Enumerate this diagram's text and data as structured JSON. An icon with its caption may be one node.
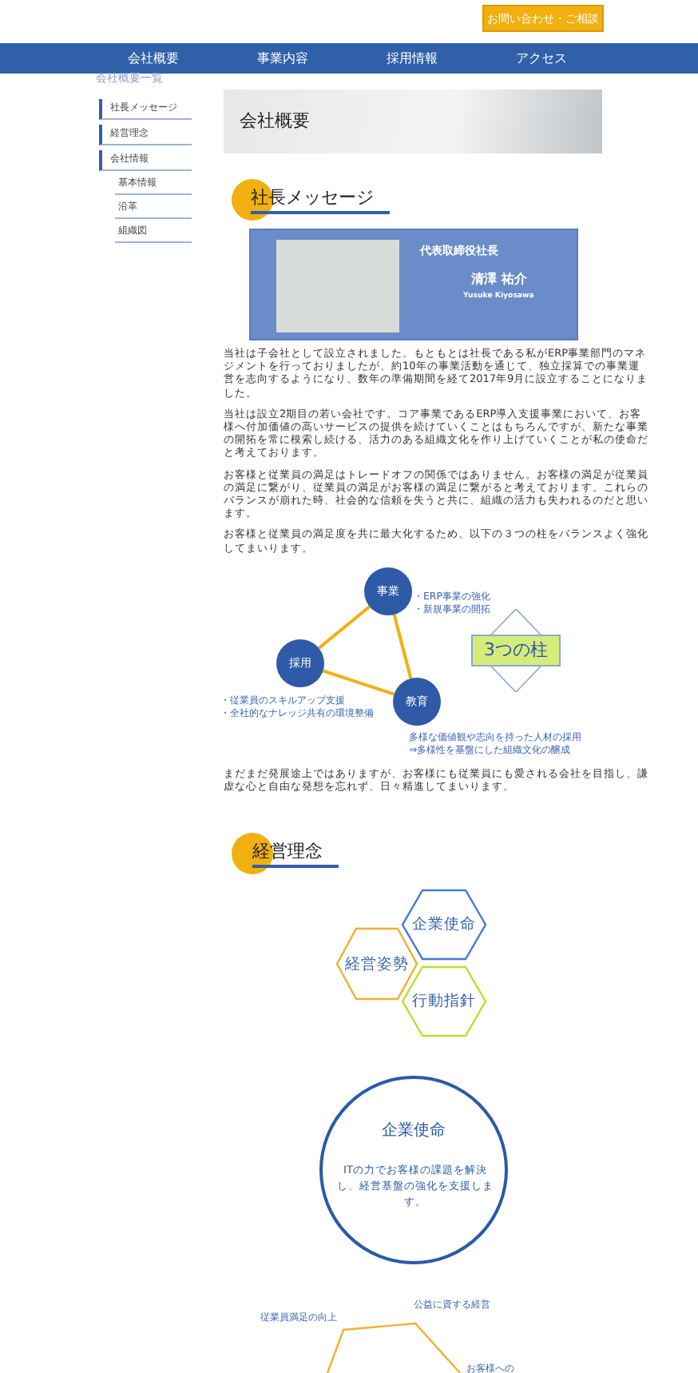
{
  "diagram": {
    "nodes": [
      {
        "text": [
          "代表取締役社長",
          "清澤 祐介",
          "Yusuke Kiyosawa"
        ]
      },
      {
        "text": [
          "事業"
        ],
        "beside": [
          "・ERP事業の強化",
          "・新規事業の開拓"
        ]
      },
      {
        "text": [
          "採用"
        ],
        "beside": [
          "・従業員のスキルアップ支援",
          "・全社的なナレッジ共有の環境整備"
        ]
      },
      {
        "text": [
          "教育"
        ],
        "beside": [
          "多様な価値観や志向を持った人材の採用",
          "⇒多様性を基盤にした組織文化の醸成"
        ]
      },
      {
        "text": [
          "3つの柱"
        ]
      },
      {
        "text": [
          "企業使命"
        ]
      },
      {
        "text": [
          "経営姿勢"
        ]
      },
      {
        "text": [
          "行動指針"
        ]
      },
      {
        "text": [
          "企業使命",
          "ITの力でお客様の課題を解決し、経営基盤の強化を支援します。"
        ]
      }
    ],
    "edges": [
      {
        "from": 1,
        "to": 2,
        "arrow": "none"
      },
      {
        "from": 1,
        "to": 3,
        "arrow": "none"
      },
      {
        "from": 2,
        "to": 3,
        "arrow": "none"
      }
    ],
    "labels": [
      "お問い合わせ・ご相談",
      "会社概要",
      "事業内容",
      "採用情報",
      "アクセス",
      "会社概要一覧",
      "社長メッセージ",
      "経営理念",
      "会社情報",
      "基本情報",
      "沿革",
      "組織図",
      "会社概要",
      "社長メッセージ",
      "当社は子会社として設立されました。もともとは社長である私がERP事業部門のマネジメントを行っておりましたが、約10年の事業活動を通じて、独立採算での事業運営を志向するようになり、数年の準備期間を経て2017年9月に設立することになりました。",
      "当社は設立2期目の若い会社です。コア事業であるERP導入支援事業において、お客様へ付加価値の高いサービスの提供を続けていくことはもちろんですが、新たな事業の開拓を常に模索し続ける、活力のある組織文化を作り上げていくことが私の使命だと考えております。",
      "お客様と従業員の満足はトレードオフの関係ではありません。お客様の満足が従業員の満足に繋がり、従業員の満足がお客様の満足に繋がると考えております。これらのバランスが崩れた時、社会的な信頼を失うと共に、組織の活力も失われるのだと思います。",
      "お客様と従業員の満足度を共に最大化するため、以下の３つの柱をバランスよく強化してまいります。",
      "まだまだ発展途上ではありますが、お客様にも従業員にも愛される会社を目指し、謙虚な心と自由な発想を忘れず、日々精進してまいります。",
      "経営理念",
      "従業員満足の向上",
      "公益に資する経営",
      "お客様への"
    ]
  }
}
